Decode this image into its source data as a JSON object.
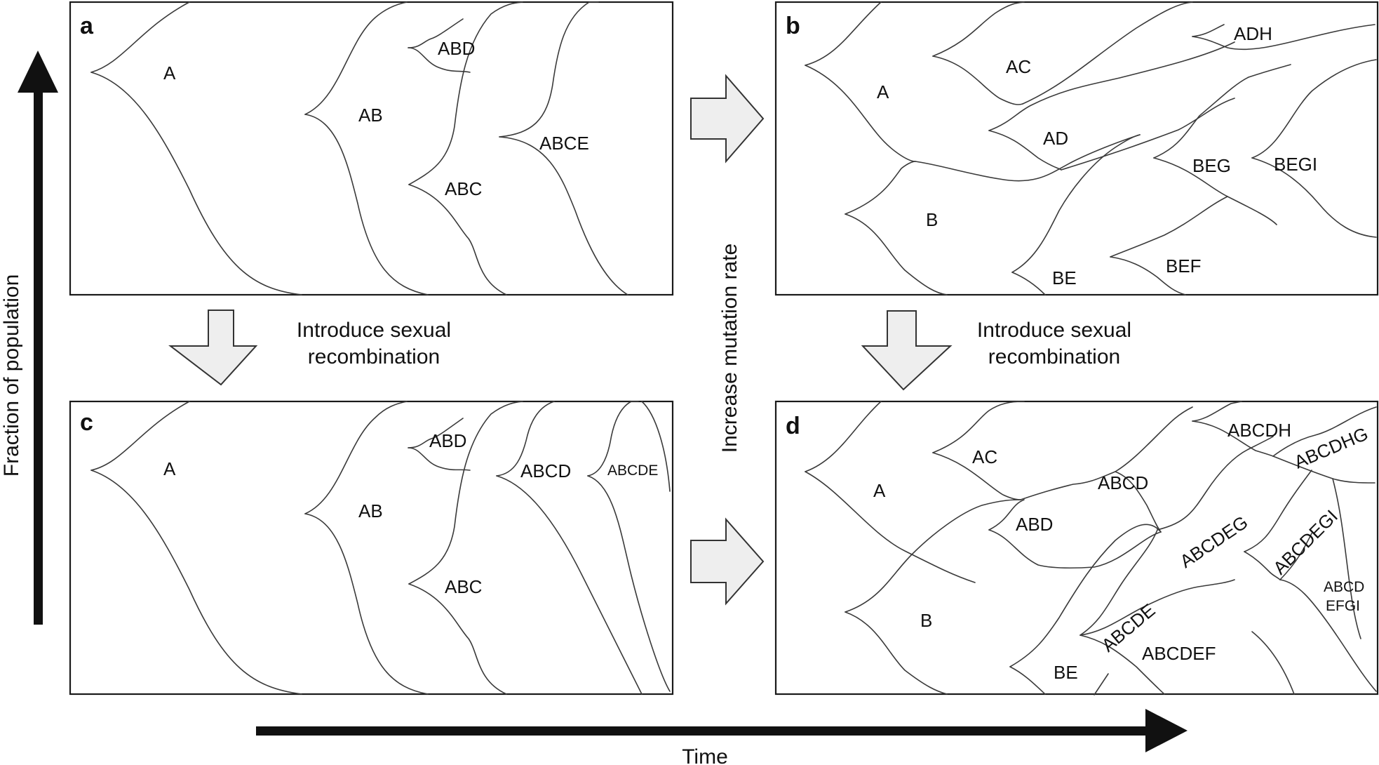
{
  "panels": [
    {
      "letter": "a",
      "labels": [
        "A",
        "AB",
        "ABD",
        "ABC",
        "ABCE"
      ]
    },
    {
      "letter": "b",
      "labels": [
        "A",
        "AC",
        "ADH",
        "AD",
        "BEG",
        "BEGI",
        "B",
        "BE",
        "BEF"
      ]
    },
    {
      "letter": "c",
      "labels": [
        "A",
        "AB",
        "ABD",
        "ABC",
        "ABCD",
        "ABCDE"
      ]
    },
    {
      "letter": "d",
      "labels": [
        "A",
        "AC",
        "ABCDH",
        "ABCDHG",
        "ABCD",
        "ABD",
        "ABCDEG",
        "ABCDEGI",
        "ABCD",
        "EFGI",
        "B",
        "ABCDE",
        "ABCDEF",
        "BE"
      ]
    }
  ],
  "captions": {
    "recombination_line1": "Introduce sexual",
    "recombination_line2": "recombination",
    "mutation": "Increase mutation rate",
    "y_axis": "Fraction of population",
    "x_axis": "Time"
  },
  "colors": {
    "arrow_fill": "#eeeeee",
    "line": "#3a3a3a",
    "frame": "#1a1a1a"
  }
}
